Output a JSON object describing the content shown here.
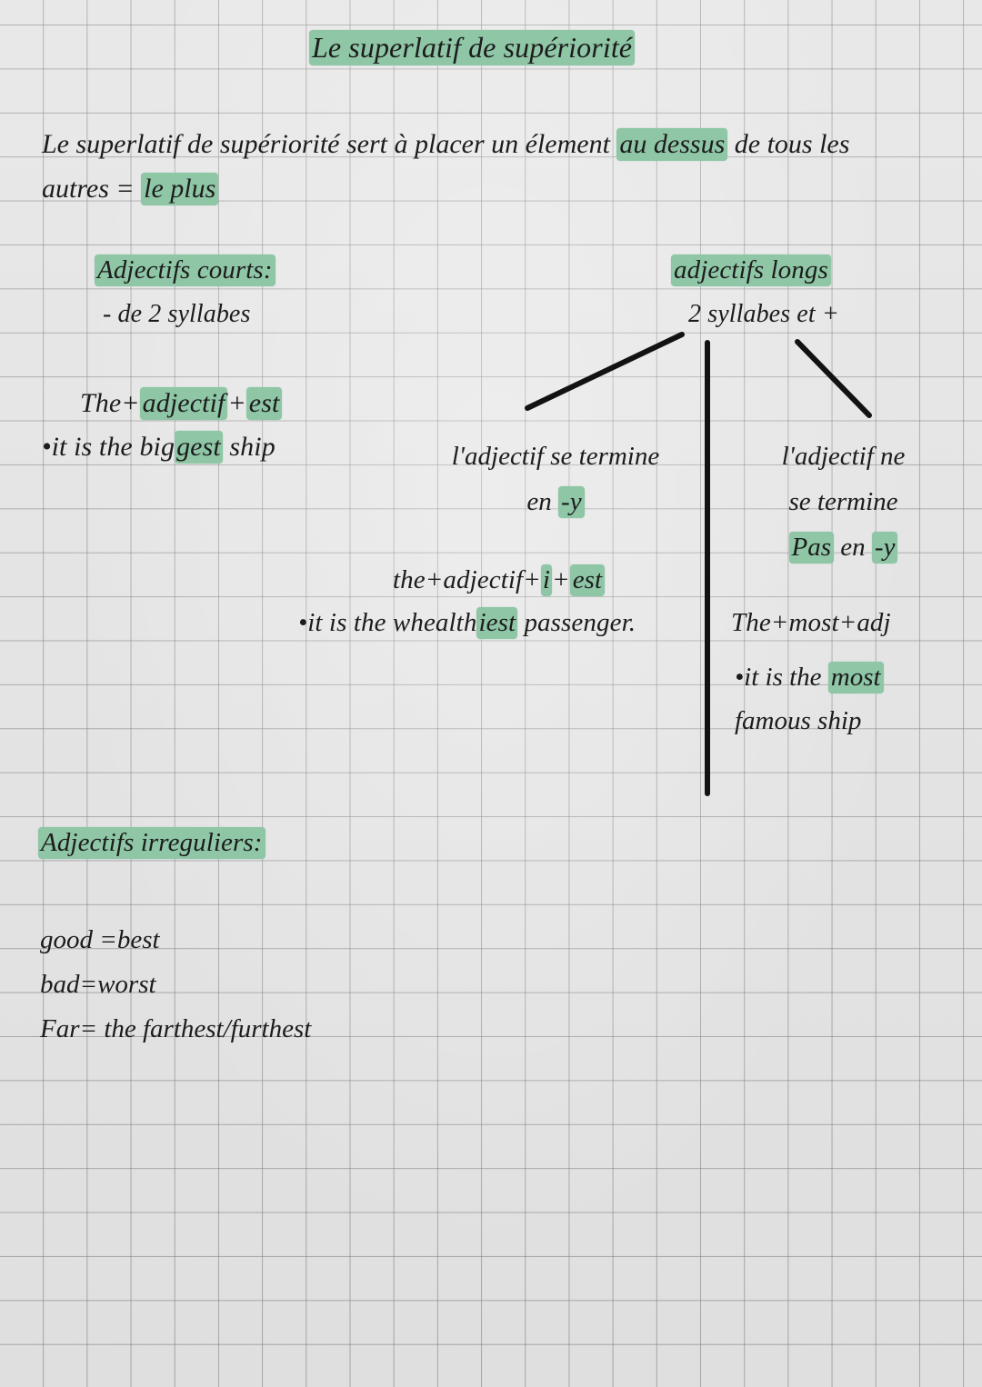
{
  "page": {
    "background_color": "#e6e6e6",
    "grid_line_color": "#787878",
    "highlight_color": "#8ec6a6",
    "ink_color": "#1c1c1c"
  },
  "title": "Le superlatif de supériorité",
  "intro": {
    "part1": "Le superlatif de supériorité sert à placer un élement ",
    "highlight1": "au dessus",
    "part2": " de tous les autres = ",
    "highlight2": "le plus"
  },
  "columns": {
    "left": {
      "heading": "Adjectifs courts:",
      "subheading": "- de 2 syllabes",
      "formula": {
        "prefix": "The+",
        "highlight1": "adjectif",
        "middle": "+",
        "highlight2": "est"
      },
      "example": {
        "bullet": "•",
        "before": "it is the big",
        "highlight": "gest",
        "after": " ship"
      }
    },
    "right": {
      "heading": "adjectifs longs",
      "subheading": "2 syllabes et +"
    }
  },
  "branches": {
    "middle": {
      "condition_line1": "l'adjectif se termine",
      "condition_line2_prefix": "en ",
      "condition_line2_highlight": "-y",
      "formula": {
        "prefix": "the+adjectif+",
        "highlight1": "i",
        "middle": "+",
        "highlight2": "est"
      },
      "example": {
        "bullet": "•",
        "before": "it is the whealth",
        "highlight": "iest",
        "after": " passenger."
      }
    },
    "right": {
      "condition_line1": "l'adjectif ne",
      "condition_line2": "se termine",
      "condition_line3_highlight1": "Pas",
      "condition_line3_middle": " en ",
      "condition_line3_highlight2": "-y",
      "formula": "The+most+adj",
      "example": {
        "bullet": "•",
        "before": "it is the ",
        "highlight": "most",
        "after": " famous ship"
      }
    }
  },
  "irregulars": {
    "heading": "Adjectifs irreguliers:",
    "items": [
      "good =best",
      "bad=worst",
      "Far= the farthest/furthest"
    ]
  }
}
